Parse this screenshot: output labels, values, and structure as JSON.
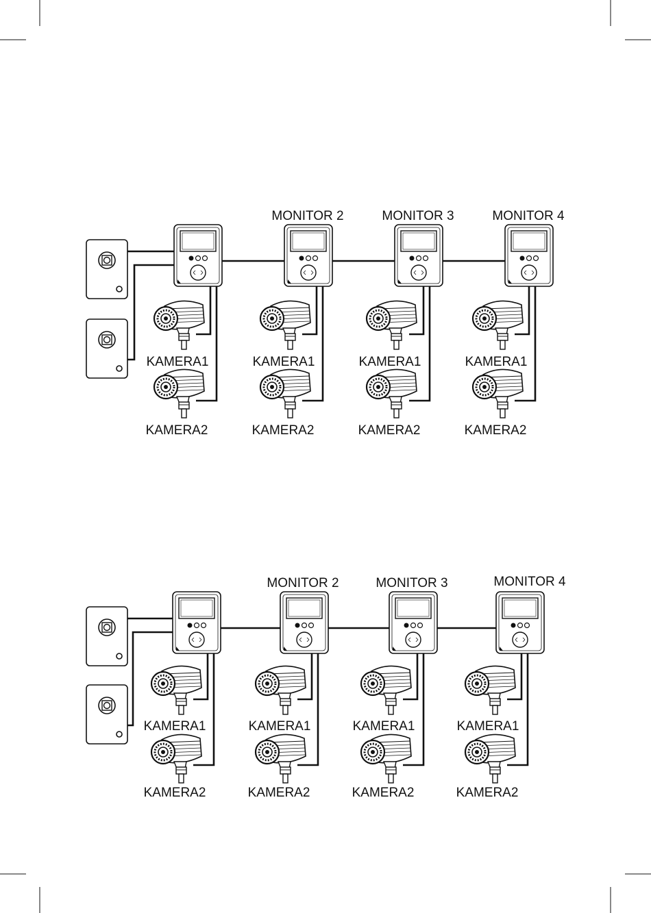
{
  "diagrams": [
    {
      "monitor_labels": [
        "",
        "MONITOR 2",
        "MONITOR 3",
        "MONITOR 4"
      ],
      "camera1_label": "KAMERA1",
      "camera2_label": "KAMERA2"
    },
    {
      "monitor_labels": [
        "",
        "MONITOR 2",
        "MONITOR 3",
        "MONITOR 4"
      ],
      "camera1_label": "KAMERA1",
      "camera2_label": "KAMERA2"
    }
  ],
  "icons": {
    "door_station": "door-station-icon",
    "monitor": "monitor-icon",
    "camera": "bullet-camera-icon"
  }
}
